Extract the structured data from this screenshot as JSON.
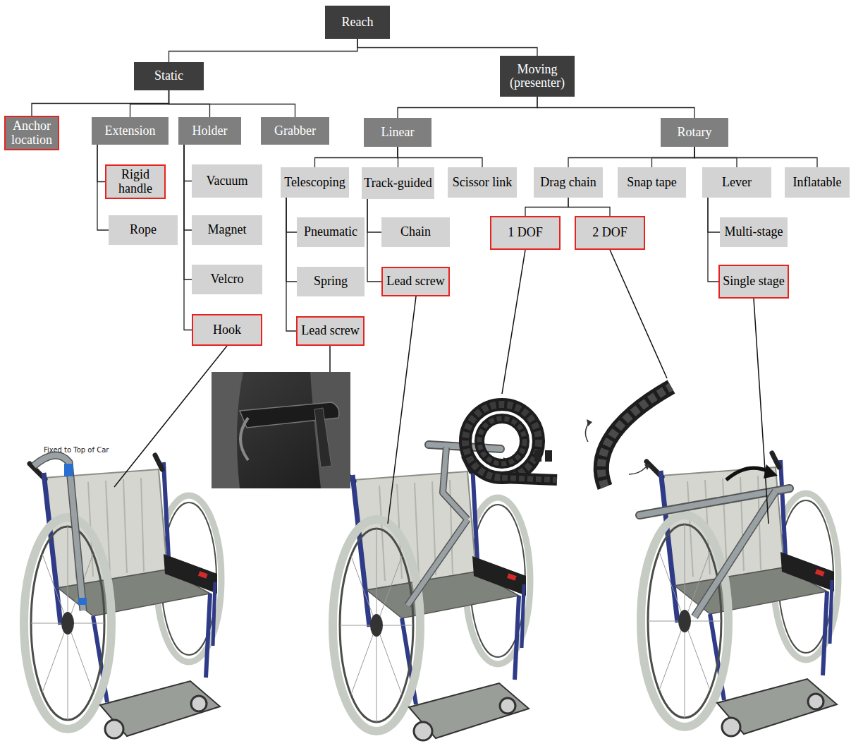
{
  "diagram": {
    "nodes": [
      {
        "text": [
          "Reach"
        ]
      },
      {
        "text": [
          "Static"
        ]
      },
      {
        "text": [
          "Moving (presenter)"
        ]
      },
      {
        "text": [
          "Anchor location"
        ]
      },
      {
        "text": [
          "Extension"
        ]
      },
      {
        "text": [
          "Holder"
        ]
      },
      {
        "text": [
          "Grabber"
        ]
      },
      {
        "text": [
          "Linear"
        ]
      },
      {
        "text": [
          "Rotary"
        ]
      },
      {
        "text": [
          "Telescoping"
        ]
      },
      {
        "text": [
          "Track-guided"
        ]
      },
      {
        "text": [
          "Scissor link"
        ]
      },
      {
        "text": [
          "Drag chain"
        ]
      },
      {
        "text": [
          "Snap tape"
        ]
      },
      {
        "text": [
          "Lever"
        ]
      },
      {
        "text": [
          "Inflatable"
        ]
      },
      {
        "text": [
          "Rigid handle"
        ]
      },
      {
        "text": [
          "Rope"
        ]
      },
      {
        "text": [
          "Vacuum"
        ]
      },
      {
        "text": [
          "Magnet"
        ]
      },
      {
        "text": [
          "Velcro"
        ]
      },
      {
        "text": [
          "Hook"
        ]
      },
      {
        "text": [
          "Pneumatic"
        ]
      },
      {
        "text": [
          "Spring"
        ]
      },
      {
        "text": [
          "Lead screw"
        ]
      },
      {
        "text": [
          "Chain"
        ]
      },
      {
        "text": [
          "Lead screw"
        ]
      },
      {
        "text": [
          "1 DOF"
        ]
      },
      {
        "text": [
          "2 DOF"
        ]
      },
      {
        "text": [
          "Multi-stage"
        ]
      },
      {
        "text": [
          "Single stage"
        ]
      }
    ],
    "edges": [
      {
        "from": 0,
        "to": 1,
        "arrow": "none"
      },
      {
        "from": 0,
        "to": 2,
        "arrow": "none"
      },
      {
        "from": 1,
        "to": 3,
        "arrow": "none"
      },
      {
        "from": 1,
        "to": 4,
        "arrow": "none"
      },
      {
        "from": 1,
        "to": 5,
        "arrow": "none"
      },
      {
        "from": 1,
        "to": 6,
        "arrow": "none"
      },
      {
        "from": 2,
        "to": 7,
        "arrow": "none"
      },
      {
        "from": 2,
        "to": 8,
        "arrow": "none"
      },
      {
        "from": 7,
        "to": 9,
        "arrow": "none"
      },
      {
        "from": 7,
        "to": 10,
        "arrow": "none"
      },
      {
        "from": 7,
        "to": 11,
        "arrow": "none"
      },
      {
        "from": 8,
        "to": 12,
        "arrow": "none"
      },
      {
        "from": 8,
        "to": 13,
        "arrow": "none"
      },
      {
        "from": 8,
        "to": 14,
        "arrow": "none"
      },
      {
        "from": 8,
        "to": 15,
        "arrow": "none"
      },
      {
        "from": 4,
        "to": 16,
        "arrow": "none"
      },
      {
        "from": 4,
        "to": 17,
        "arrow": "none"
      },
      {
        "from": 5,
        "to": 18,
        "arrow": "none"
      },
      {
        "from": 5,
        "to": 19,
        "arrow": "none"
      },
      {
        "from": 5,
        "to": 20,
        "arrow": "none"
      },
      {
        "from": 5,
        "to": 21,
        "arrow": "none"
      },
      {
        "from": 9,
        "to": 22,
        "arrow": "none"
      },
      {
        "from": 9,
        "to": 23,
        "arrow": "none"
      },
      {
        "from": 9,
        "to": 24,
        "arrow": "none"
      },
      {
        "from": 10,
        "to": 25,
        "arrow": "none"
      },
      {
        "from": 10,
        "to": 26,
        "arrow": "none"
      },
      {
        "from": 12,
        "to": 27,
        "arrow": "none"
      },
      {
        "from": 12,
        "to": 28,
        "arrow": "none"
      },
      {
        "from": 14,
        "to": 29,
        "arrow": "none"
      },
      {
        "from": 14,
        "to": 30,
        "arrow": "none"
      }
    ],
    "labels": [
      "Fixed to Top of Car"
    ]
  }
}
